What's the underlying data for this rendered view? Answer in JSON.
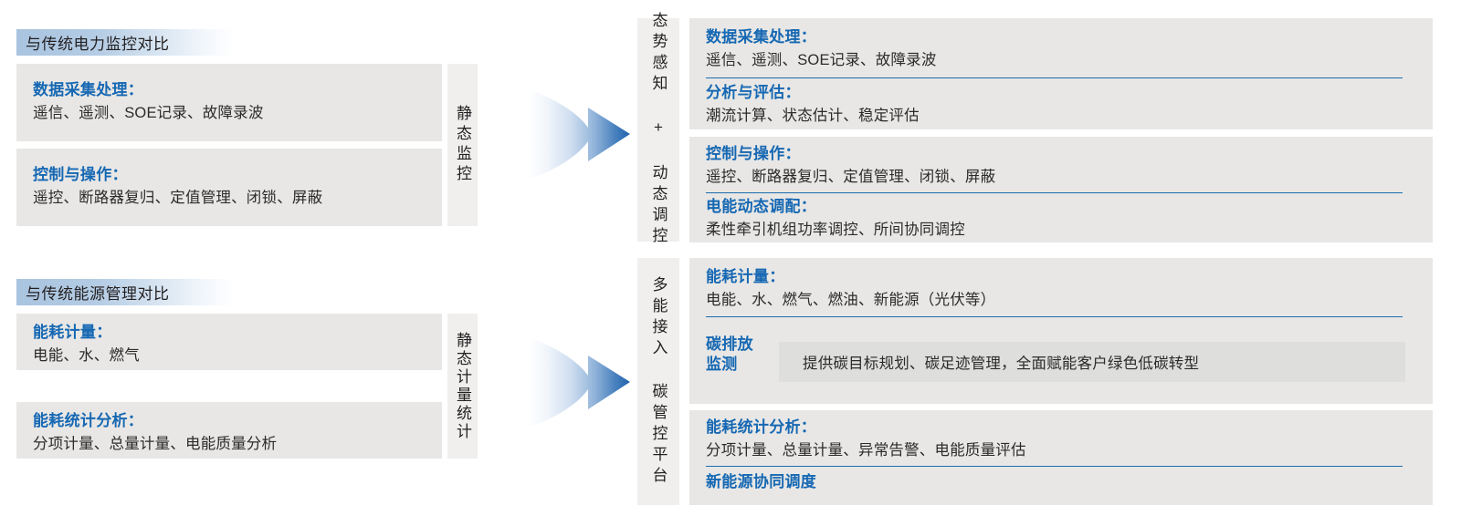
{
  "left": {
    "sections": [
      {
        "badge": "与传统电力监控对比",
        "strip_label": "静态监控",
        "cards": [
          {
            "title": "数据采集处理：",
            "body": "遥信、遥测、SOE记录、故障录波"
          },
          {
            "title": "控制与操作：",
            "body": "遥控、断路器复归、定值管理、闭锁、屏蔽"
          }
        ]
      },
      {
        "badge": "与传统能源管理对比",
        "strip_label": "静态计量统计",
        "cards": [
          {
            "title": "能耗计量：",
            "body": "电能、水、燃气"
          },
          {
            "title": "能耗统计分析：",
            "body": "分项计量、总量计量、电能质量分析"
          }
        ]
      }
    ]
  },
  "arrows": [
    {
      "name": "transform-arrow-top"
    },
    {
      "name": "transform-arrow-bottom"
    }
  ],
  "right": {
    "sections": [
      {
        "strip_label": "态势感知 + 动态调控",
        "cards": [
          {
            "items": [
              {
                "title": "数据采集处理：",
                "body": "遥信、遥测、SOE记录、故障录波"
              },
              {
                "title": "分析与评估：",
                "body": "潮流计算、状态估计、稳定评估"
              }
            ]
          },
          {
            "items": [
              {
                "title": "控制与操作：",
                "body": "遥控、断路器复归、定值管理、闭锁、屏蔽"
              },
              {
                "title": "电能动态调配：",
                "body": "柔性牵引机组功率调控、所间协同调控"
              }
            ]
          }
        ]
      },
      {
        "strip_label": "多能接入 碳管控平台",
        "cards": [
          {
            "items": [
              {
                "title": "能耗计量：",
                "body": "电能、水、燃气、燃油、新能源（光伏等）"
              }
            ],
            "callout": {
              "label_line1": "碳排放",
              "label_line2": "监测",
              "text": "提供碳目标规划、碳足迹管理，全面赋能客户绿色低碳转型"
            }
          },
          {
            "items": [
              {
                "title": "能耗统计分析：",
                "body": "分项计量、总量计量、异常告警、电能质量评估"
              },
              {
                "title": "新能源协同调度",
                "body": ""
              }
            ]
          }
        ]
      }
    ]
  },
  "colors": {
    "accent_blue": "#1668b3",
    "badge_blue": "#a9c4e0",
    "card_gray": "#e8e7e5",
    "strip_gray": "#f0efee",
    "callout_gray": "#dededc",
    "body_text": "#2b2b2b",
    "arrow_blue": "#2a6db5"
  }
}
